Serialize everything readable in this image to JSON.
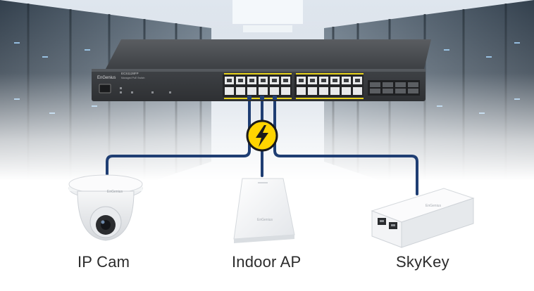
{
  "switch": {
    "brand": "EnGenius",
    "model": "ECS1128FP",
    "subtitle": "Managed PoE Switch"
  },
  "devices": [
    {
      "label": "IP Cam",
      "brand": "EnGenius"
    },
    {
      "label": "Indoor AP",
      "brand": "EnGenius"
    },
    {
      "label": "SkyKey",
      "brand": "EnGenius"
    }
  ],
  "colors": {
    "cable": "#1f3e73",
    "poe_badge_fill": "#ffd400",
    "poe_badge_border": "#1a1a1a",
    "switch_body": "#3b3d40"
  },
  "icons": {
    "poe": "lightning-bolt-icon"
  }
}
